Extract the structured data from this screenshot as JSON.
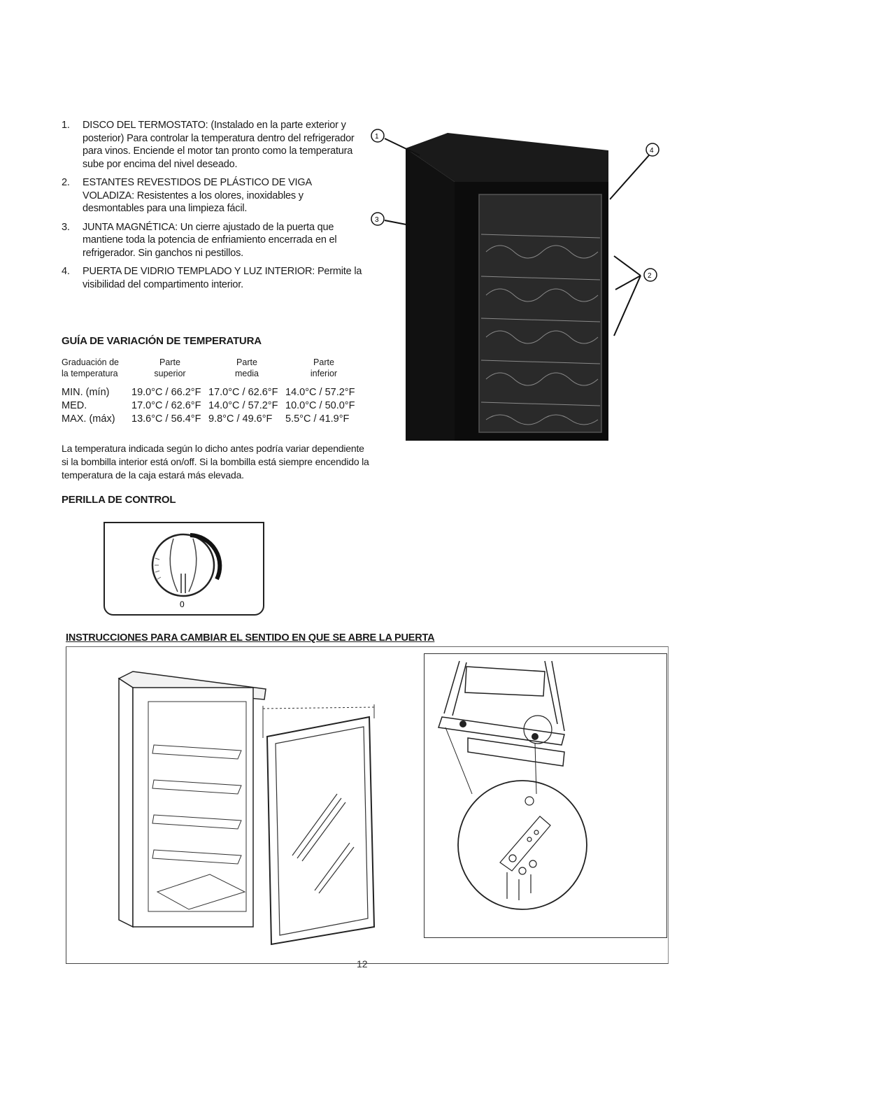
{
  "features": [
    {
      "num": "1.",
      "title": "DISCO DEL TERMOSTATO:",
      "body": "(Instalado en la parte exterior y posterior) Para controlar la temperatura dentro del refrigerador para vinos. Enciende el motor tan pronto como la temperatura sube por encima del nivel deseado."
    },
    {
      "num": "2.",
      "title": "ESTANTES REVESTIDOS DE PLÁSTICO DE VIGA VOLADIZA:",
      "body": "Resistentes a los olores, inoxidables y desmontables para una limpieza fácil."
    },
    {
      "num": "3.",
      "title": "JUNTA MAGNÉTICA:",
      "body": "Un cierre ajustado de la puerta que mantiene toda la potencia de enfriamiento encerrada en el refrigerador. Sin ganchos ni pestillos."
    },
    {
      "num": "4.",
      "title": "PUERTA DE VIDRIO TEMPLADO Y LUZ INTERIOR:",
      "body": "Permite la visibilidad del compartimento interior."
    }
  ],
  "temp_guide": {
    "title": "GUÍA DE VARIACIÓN DE TEMPERATURA",
    "headers": [
      [
        "Graduación de",
        "la temperatura"
      ],
      [
        "Parte",
        "superior"
      ],
      [
        "Parte",
        "media"
      ],
      [
        "Parte",
        "inferior"
      ]
    ],
    "rows": [
      [
        "MIN. (mín)",
        "19.0°C / 66.2°F",
        "17.0°C / 62.6°F",
        "14.0°C / 57.2°F"
      ],
      [
        "MED.",
        "17.0°C / 62.6°F",
        "14.0°C / 57.2°F",
        "10.0°C / 50.0°F"
      ],
      [
        "MAX. (máx)",
        "13.6°C / 56.4°F",
        "9.8°C / 49.6°F",
        "5.5°C / 41.9°F"
      ]
    ],
    "note": "La temperatura indicada según lo dicho antes podría variar dependiente si la bombilla interior está on/off. Si la bombilla está siempre encendido la temperatura de la caja estará más elevada."
  },
  "control_knob": {
    "title": "PERILLA DE CONTROL",
    "zero_label": "0"
  },
  "callouts": {
    "c1": "1",
    "c2": "2",
    "c3": "3",
    "c4": "4"
  },
  "door_section": {
    "title": "INSTRUCCIONES PARA CAMBIAR EL SENTIDO EN QUE SE ABRE LA PUERTA"
  },
  "page_number": "12"
}
